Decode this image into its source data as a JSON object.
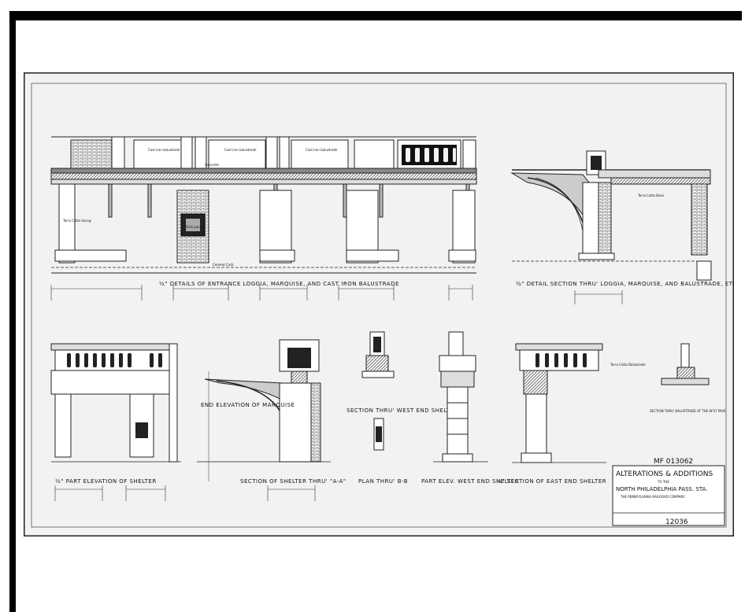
{
  "titles": {
    "t1": "½\" DETAILS OF ENTRANCE LOGGIA, MARQUISE, AND CAST IRON BALUSTRADE",
    "t2": "½\" DETAIL SECTION THRU' LOGGIA, MARQUISE, AND BALUSTRADE, ETC.",
    "t3": "½\" PART ELEVATION OF SHELTER",
    "t4": "END ELEVATION OF MARQUISE",
    "t5": "SECTION OF SHELTER THRU' \"A-A\"",
    "t6": "SECTION THRU' WEST END SHELTER",
    "t7": "PLAN THRU' B-B",
    "t8": "PART ELEV. WEST END SHELTER",
    "t9": "½\" SECTION OF EAST END SHELTER",
    "t10": "SECTION THRU' BALUSTRADE AT THE W'ST PAVE"
  },
  "notes": {
    "balustrade": "Cast iron balustrade",
    "terra_cotta": "Terra Cotta Base",
    "terra_cotta_facing": "Terra Cotta facing",
    "brick_pane": "Brick pane",
    "concrete": "Concrete",
    "cement_curb": "Cement Curb",
    "terra_cotta_balustrade": "Terra Cotta Balustrade"
  },
  "title_block": {
    "stamp": "MF 013062",
    "line1": "ALTERATIONS & ADDITIONS",
    "line2": "TO THE",
    "line3": "NORTH PHILADELPHIA PASS. STA.",
    "line4": "THE PENNSYLVANIA RAILROAD COMPANY",
    "sheet_no": "12036"
  }
}
